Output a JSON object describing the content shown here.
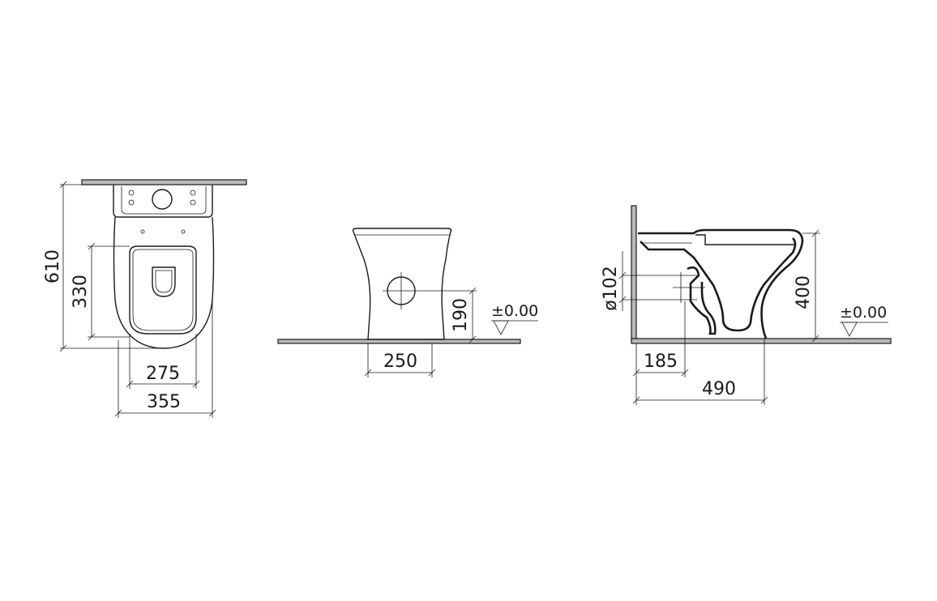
{
  "top_view": {
    "dim_overall_depth": "610",
    "dim_front_to_seat": "330",
    "dim_seat_width": "275",
    "dim_overall_width": "355"
  },
  "front_view": {
    "dim_pan_width": "250",
    "dim_outlet_height": "190",
    "level_label": "±0.00"
  },
  "side_view": {
    "dim_outlet_diameter": "ø102",
    "dim_rim_height": "400",
    "level_label": "±0.00",
    "dim_outlet_from_wall": "185",
    "dim_total_projection": "490"
  }
}
